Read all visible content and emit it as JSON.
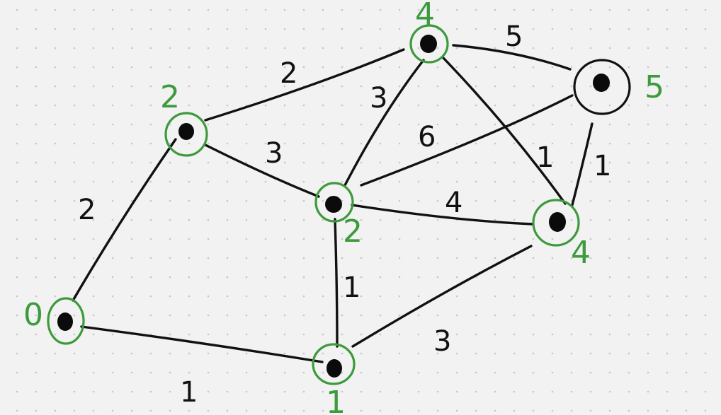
{
  "colors": {
    "background": "#f2f2f2",
    "dot_grid": "#c6c6c6",
    "ink": "#111111",
    "visited": "#3d9a3d"
  },
  "graph": {
    "nodes": [
      {
        "id": "A",
        "distance": "0",
        "visited": true
      },
      {
        "id": "B",
        "distance": "2",
        "visited": true
      },
      {
        "id": "C",
        "distance": "4",
        "visited": true
      },
      {
        "id": "D",
        "distance": "5",
        "visited": false
      },
      {
        "id": "E",
        "distance": "2",
        "visited": true
      },
      {
        "id": "F",
        "distance": "4",
        "visited": true
      },
      {
        "id": "G",
        "distance": "1",
        "visited": true
      }
    ],
    "edges": [
      {
        "from": "A",
        "to": "B",
        "weight": "2"
      },
      {
        "from": "A",
        "to": "G",
        "weight": "1"
      },
      {
        "from": "B",
        "to": "C",
        "weight": "2"
      },
      {
        "from": "B",
        "to": "E",
        "weight": "3"
      },
      {
        "from": "E",
        "to": "C",
        "weight": "3"
      },
      {
        "from": "E",
        "to": "D",
        "weight": "6"
      },
      {
        "from": "E",
        "to": "F",
        "weight": "4"
      },
      {
        "from": "E",
        "to": "G",
        "weight": "1"
      },
      {
        "from": "C",
        "to": "D",
        "weight": "5"
      },
      {
        "from": "C",
        "to": "F",
        "weight": "1"
      },
      {
        "from": "D",
        "to": "F",
        "weight": "1"
      },
      {
        "from": "G",
        "to": "F",
        "weight": "3"
      }
    ]
  }
}
